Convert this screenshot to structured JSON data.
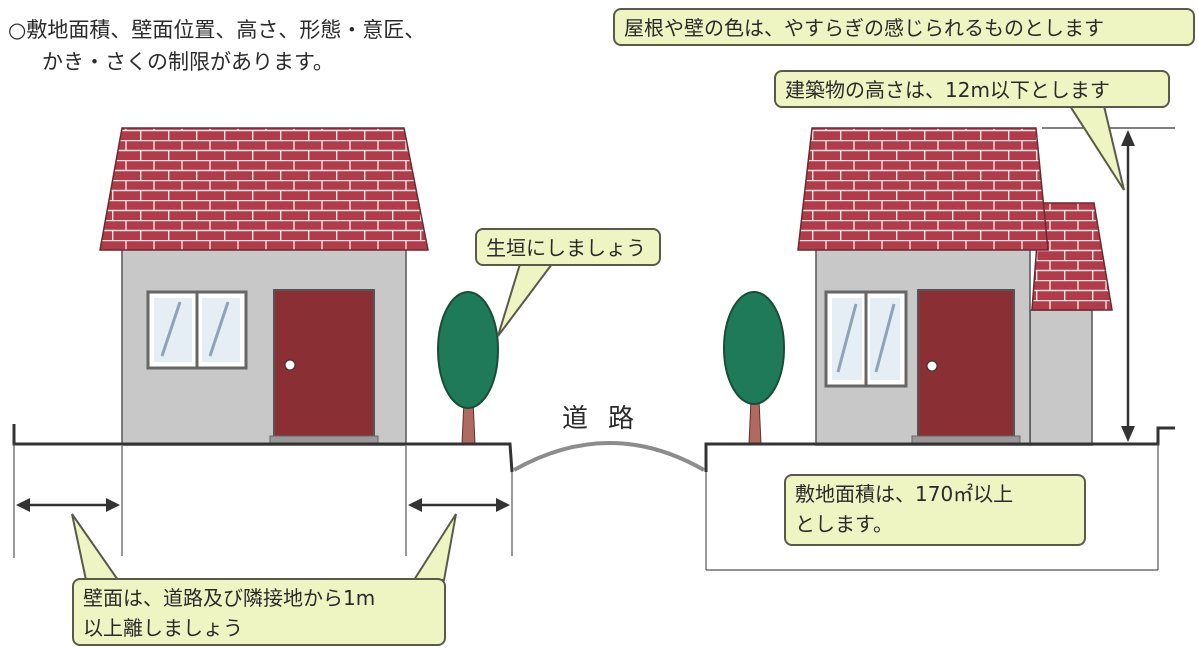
{
  "header": {
    "line1": "○敷地面積、壁面位置、高さ、形態・意匠、",
    "line2": "かき・さくの制限があります。"
  },
  "labels": {
    "road": "道路"
  },
  "callouts": {
    "roof_wall_color": "屋根や壁の色は、やすらぎの感じられるものとします",
    "building_height": "建築物の高さは、12m以下とします",
    "hedge": "生垣にしましょう",
    "site_area_line1": "敷地面積は、170㎡以上",
    "site_area_line2": "とします。",
    "setback_line1": "壁面は、道路及び隣接地から1m",
    "setback_line2": "以上離しましょう"
  },
  "colors": {
    "roof": "#b23b49",
    "wall": "#c8c8c8",
    "door": "#8a2f33",
    "tree": "#1f7a5a",
    "trunk": "#b06a60",
    "bubble": "#eef5c2"
  }
}
